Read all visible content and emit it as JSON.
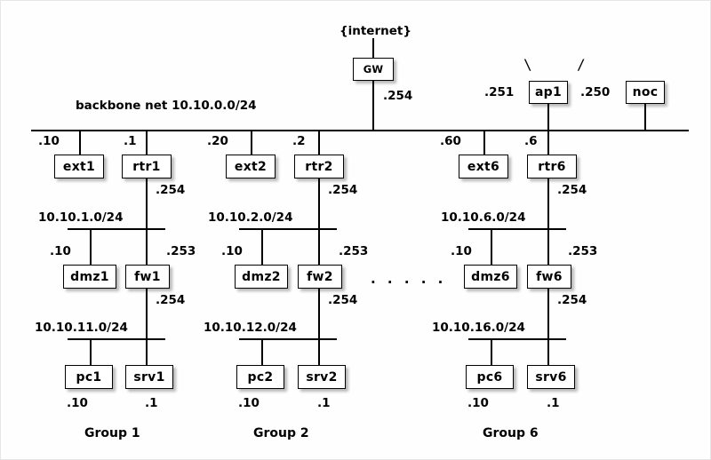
{
  "diagram": {
    "title_text": "{internet}",
    "backbone_label": "backbone net 10.10.0.0/24",
    "ellipsis": ". . . . .",
    "antenna_left": "\\",
    "antenna_right": "/"
  },
  "top": {
    "gw": {
      "name": "GW",
      "ip": ".254"
    },
    "ap1": {
      "name": "ap1",
      "ip_left": ".251",
      "ip_right": ".250",
      "backbone_ip": ".6"
    },
    "noc": {
      "name": "noc"
    }
  },
  "groups": [
    {
      "title": "Group 1",
      "ext": {
        "name": "ext1",
        "ip": ".10"
      },
      "rtr": {
        "name": "rtr1",
        "ip": ".1",
        "down_ip": ".254"
      },
      "dmz_net": "10.10.1.0/24",
      "dmz": {
        "name": "dmz1",
        "ip": ".10"
      },
      "fw": {
        "name": "fw1",
        "ip": ".253",
        "down_ip": ".254"
      },
      "lan_net": "10.10.11.0/24",
      "pc": {
        "name": "pc1",
        "ip": ".10"
      },
      "srv": {
        "name": "srv1",
        "ip": ".1"
      }
    },
    {
      "title": "Group 2",
      "ext": {
        "name": "ext2",
        "ip": ".20"
      },
      "rtr": {
        "name": "rtr2",
        "ip": ".2",
        "down_ip": ".254"
      },
      "dmz_net": "10.10.2.0/24",
      "dmz": {
        "name": "dmz2",
        "ip": ".10"
      },
      "fw": {
        "name": "fw2",
        "ip": ".253",
        "down_ip": ".254"
      },
      "lan_net": "10.10.12.0/24",
      "pc": {
        "name": "pc2",
        "ip": ".10"
      },
      "srv": {
        "name": "srv2",
        "ip": ".1"
      }
    },
    {
      "title": "Group 6",
      "ext": {
        "name": "ext6",
        "ip": ".60"
      },
      "rtr": {
        "name": "rtr6",
        "ip": ".6",
        "down_ip": ".254"
      },
      "dmz_net": "10.10.6.0/24",
      "dmz": {
        "name": "dmz6",
        "ip": ".10"
      },
      "fw": {
        "name": "fw6",
        "ip": ".253",
        "down_ip": ".254"
      },
      "lan_net": "10.10.16.0/24",
      "pc": {
        "name": "pc6",
        "ip": ".10"
      },
      "srv": {
        "name": "srv6",
        "ip": ".1"
      }
    }
  ],
  "colors": {
    "line": "#000000",
    "background": "#ffffff",
    "box_fill": "#ffffff"
  }
}
